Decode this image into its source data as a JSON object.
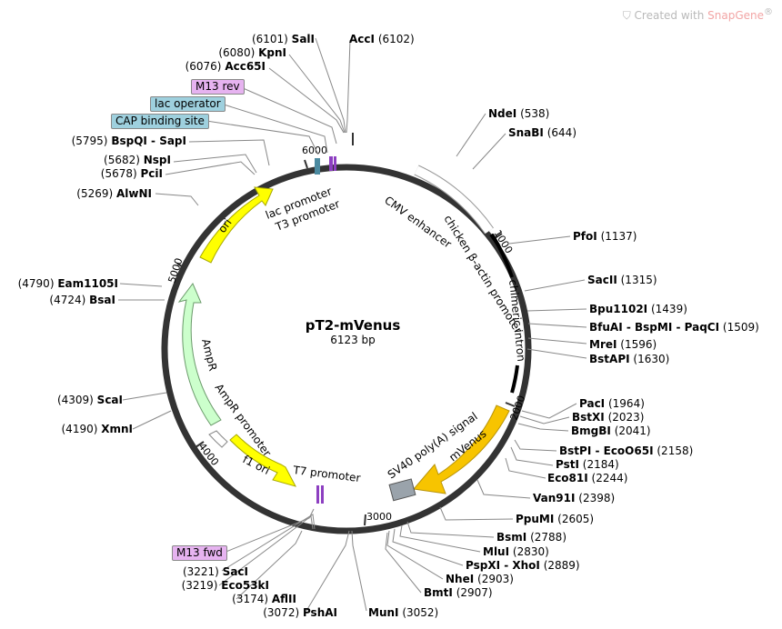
{
  "brand": {
    "prefix": "Created with ",
    "name": "SnapGene",
    "mark": "®"
  },
  "plasmid": {
    "name": "pT2-mVenus",
    "size_label": "6123 bp",
    "length": 6123
  },
  "ticks": [
    "1000",
    "2000",
    "3000",
    "4000",
    "5000",
    "6000"
  ],
  "tags": [
    {
      "text": "M13 rev",
      "color": "#e6b3f0"
    },
    {
      "text": "lac operator",
      "color": "#9ed0de"
    },
    {
      "text": "CAP binding site",
      "color": "#9ed0de"
    },
    {
      "text": "M13 fwd",
      "color": "#e6b3f0"
    }
  ],
  "features": [
    {
      "text": "CMV enhancer"
    },
    {
      "text": "chicken β-actin promoter"
    },
    {
      "text": "chimeric intron"
    },
    {
      "text": "SV40 poly(A) signal"
    },
    {
      "text": "mVenus",
      "color": "#f7c400"
    },
    {
      "text": "T7 promoter"
    },
    {
      "text": "f1 ori",
      "color": "#ffff00"
    },
    {
      "text": "AmpR promoter"
    },
    {
      "text": "AmpR",
      "color": "#ccffcc"
    },
    {
      "text": "ori",
      "color": "#ffff00"
    },
    {
      "text": "lac promoter"
    },
    {
      "text": "T3 promoter"
    }
  ],
  "sites": [
    {
      "name": "SalI",
      "pos": "(6101)"
    },
    {
      "name": "AccI",
      "pos": "(6102)"
    },
    {
      "name": "KpnI",
      "pos": "(6080)"
    },
    {
      "name": "Acc65I",
      "pos": "(6076)"
    },
    {
      "name": "NdeI",
      "pos": "(538)"
    },
    {
      "name": "SnaBI",
      "pos": "(644)"
    },
    {
      "name": "BspQI - SapI",
      "pos": "(5795)"
    },
    {
      "name": "NspI",
      "pos": "(5682)"
    },
    {
      "name": "PciI",
      "pos": "(5678)"
    },
    {
      "name": "AlwNI",
      "pos": "(5269)"
    },
    {
      "name": "PfoI",
      "pos": "(1137)"
    },
    {
      "name": "SacII",
      "pos": "(1315)"
    },
    {
      "name": "Bpu1102I",
      "pos": "(1439)"
    },
    {
      "name": "BfuAI - BspMI - PaqCI",
      "pos": "(1509)"
    },
    {
      "name": "MreI",
      "pos": "(1596)"
    },
    {
      "name": "BstAPI",
      "pos": "(1630)"
    },
    {
      "name": "Eam1105I",
      "pos": "(4790)"
    },
    {
      "name": "BsaI",
      "pos": "(4724)"
    },
    {
      "name": "ScaI",
      "pos": "(4309)"
    },
    {
      "name": "XmnI",
      "pos": "(4190)"
    },
    {
      "name": "PacI",
      "pos": "(1964)"
    },
    {
      "name": "BstXI",
      "pos": "(2023)"
    },
    {
      "name": "BmgBI",
      "pos": "(2041)"
    },
    {
      "name": "BstPI - EcoO65I",
      "pos": "(2158)"
    },
    {
      "name": "PstI",
      "pos": "(2184)"
    },
    {
      "name": "Eco81I",
      "pos": "(2244)"
    },
    {
      "name": "Van91I",
      "pos": "(2398)"
    },
    {
      "name": "PpuMI",
      "pos": "(2605)"
    },
    {
      "name": "BsmI",
      "pos": "(2788)"
    },
    {
      "name": "MluI",
      "pos": "(2830)"
    },
    {
      "name": "PspXI - XhoI",
      "pos": "(2889)"
    },
    {
      "name": "NheI",
      "pos": "(2903)"
    },
    {
      "name": "BmtI",
      "pos": "(2907)"
    },
    {
      "name": "SacI",
      "pos": "(3221)"
    },
    {
      "name": "Eco53kI",
      "pos": "(3219)"
    },
    {
      "name": "AflII",
      "pos": "(3174)"
    },
    {
      "name": "PshAI",
      "pos": "(3072)"
    },
    {
      "name": "MunI",
      "pos": "(3052)"
    }
  ]
}
